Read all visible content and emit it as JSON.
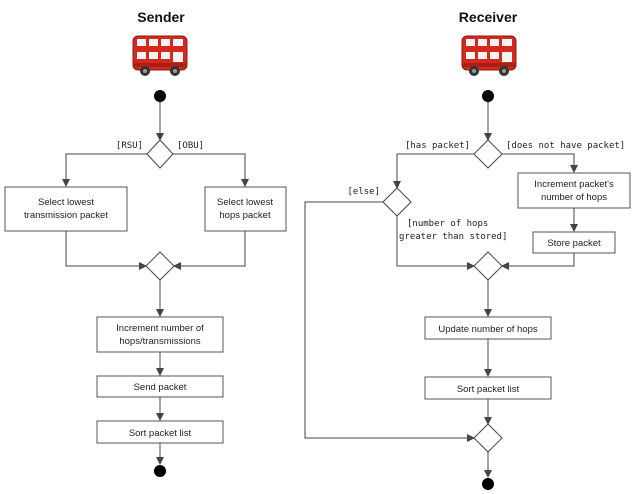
{
  "sender": {
    "title": "Sender",
    "guard_left": "[RSU]",
    "guard_right": "[OBU]",
    "select_transmission": [
      "Select lowest",
      "transmission packet"
    ],
    "select_hops": [
      "Select lowest",
      "hops packet"
    ],
    "increment": [
      "Increment number of",
      "hops/transmissions"
    ],
    "send": "Send packet",
    "sort": "Sort packet list"
  },
  "receiver": {
    "title": "Receiver",
    "guard_has": "[has packet]",
    "guard_not": "[does not have packet]",
    "guard_else": "[else]",
    "guard_greater": [
      "[number of hops",
      "greater than stored]"
    ],
    "increment": [
      "Increment packet's",
      "number of hops"
    ],
    "store": "Store packet",
    "update": "Update number of hops",
    "sort": "Sort packet list"
  },
  "icons": {
    "bus": "double-decker-bus-icon"
  },
  "colors": {
    "bus_red": "#d42a1e",
    "line": "#444444"
  }
}
